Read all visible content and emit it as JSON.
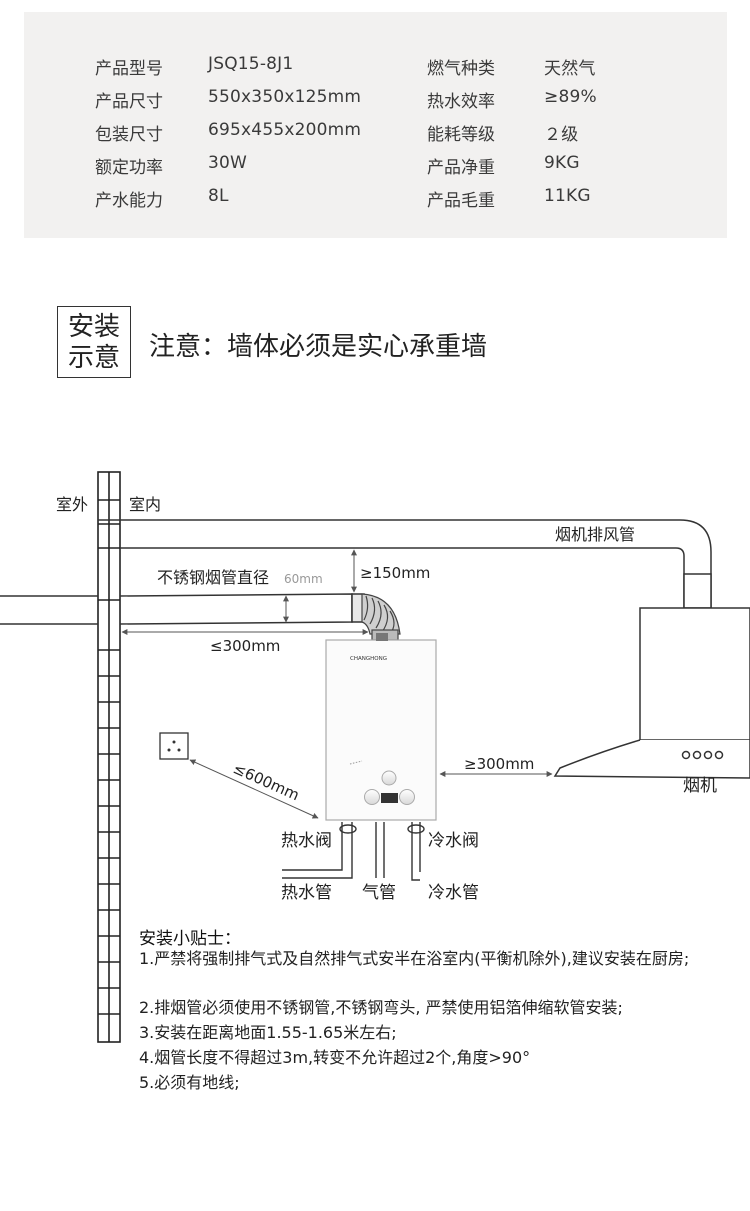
{
  "specs": {
    "left": [
      {
        "label": "产品型号",
        "value": "JSQ15-8J1"
      },
      {
        "label": "产品尺寸",
        "value": "550x350x125mm"
      },
      {
        "label": "包装尺寸",
        "value": "695x455x200mm"
      },
      {
        "label": "额定功率",
        "value": "30W"
      },
      {
        "label": "产水能力",
        "value": "8L"
      }
    ],
    "right": [
      {
        "label": "燃气种类",
        "value": "天然气"
      },
      {
        "label": "热水效率",
        "value": "≥89%"
      },
      {
        "label": "能耗等级",
        "value": "２级"
      },
      {
        "label": "产品净重",
        "value": "9KG"
      },
      {
        "label": "产品毛重",
        "value": "11KG"
      }
    ]
  },
  "install": {
    "box_line1": "安装",
    "box_line2": "示意",
    "notice": "注意：墙体必须是实心承重墙"
  },
  "diagram": {
    "outdoor": "室外",
    "indoor": "室内",
    "hood_duct": "烟机排风管",
    "flue_pipe": "不锈钢烟管直径",
    "flue_diameter": "60mm",
    "gap_top": "≥150mm",
    "gap_wall": "≤300mm",
    "brand": "CHANGHONG",
    "socket_dist": "≤600mm",
    "hood_dist": "≥300mm",
    "hood": "烟机",
    "hot_valve": "热水阀",
    "cold_valve": "冷水阀",
    "hot_pipe": "热水管",
    "gas_pipe": "气管",
    "cold_pipe": "冷水管"
  },
  "tips": {
    "title": "安装小贴士：",
    "items": [
      "1.严禁将强制排气式及自然排气式安半在浴室内(平衡机除外),建议安装在厨房;",
      "2.排烟管必须使用不锈钢管,不锈钢弯头, 严禁使用铝箔伸缩软管安装;",
      "3.安装在距离地面1.55-1.65米左右;",
      "4.烟管长度不得超过3m,转变不允许超过2个,角度>90°",
      "5.必须有地线;"
    ]
  }
}
